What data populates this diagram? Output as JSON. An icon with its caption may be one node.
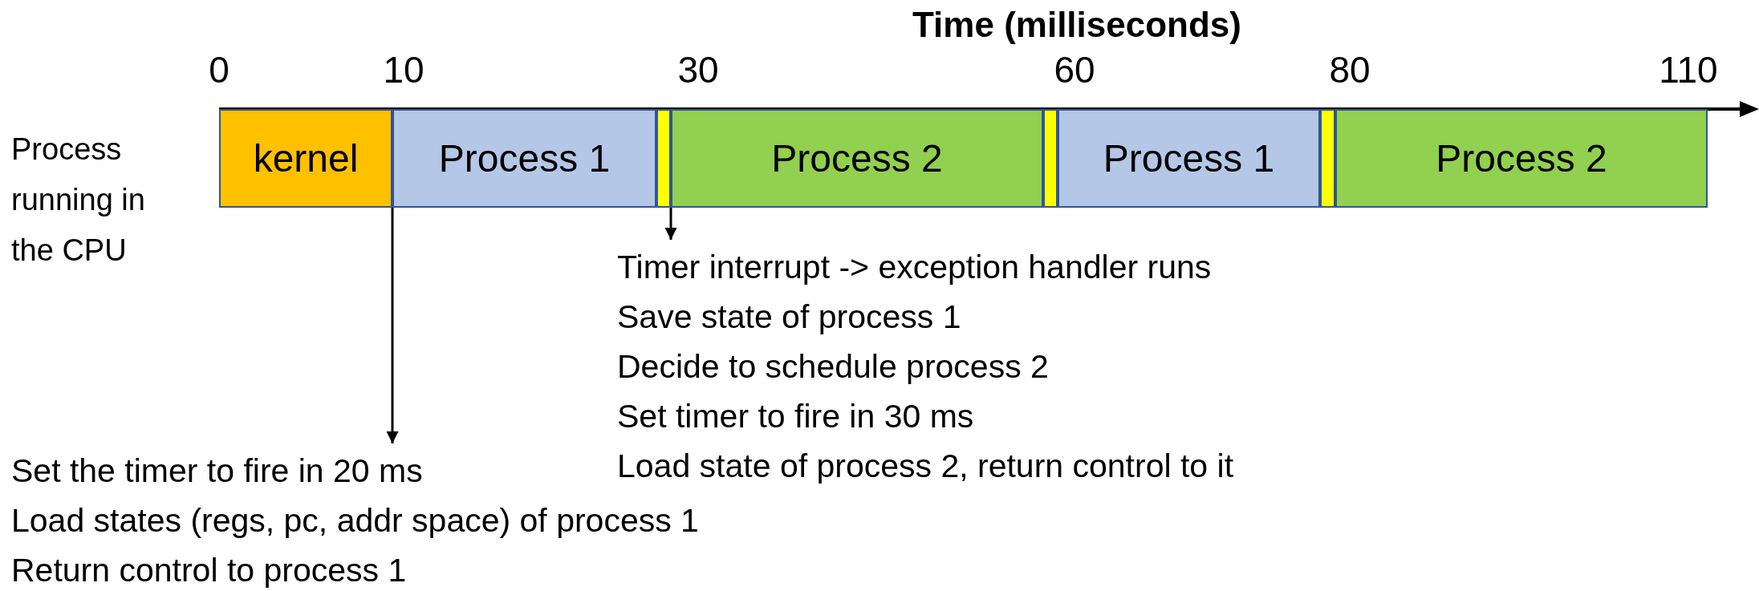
{
  "diagram": {
    "nodes": [
      {
        "text": [
          "kernel"
        ]
      },
      {
        "text": [
          "Process 1"
        ]
      },
      {
        "text": [],
        "shape": "box"
      },
      {
        "text": [
          "Process 2"
        ]
      },
      {
        "text": [],
        "shape": "box"
      },
      {
        "text": [
          "Process 1"
        ]
      },
      {
        "text": [],
        "shape": "box"
      },
      {
        "text": [
          "Process 2"
        ]
      },
      {
        "text": [
          "Timer interrupt -> exception handler runs",
          "Save state of process 1",
          "Decide to schedule process 2",
          "Set timer to fire in 30 ms",
          "Load state of process 2, return control to it"
        ]
      },
      {
        "text": [
          "Set the timer to fire in 20 ms",
          "Load states (regs, pc, addr space) of process 1",
          "Return control to process 1"
        ]
      }
    ],
    "edges": [
      {
        "from": 2,
        "to": 8,
        "arrow": "to"
      },
      {
        "from": 0,
        "to": 9,
        "arrow": "to"
      }
    ],
    "labels": [
      "Time (milliseconds)",
      "0",
      "10",
      "30",
      "60",
      "80",
      "110",
      "Process running in the CPU"
    ]
  }
}
